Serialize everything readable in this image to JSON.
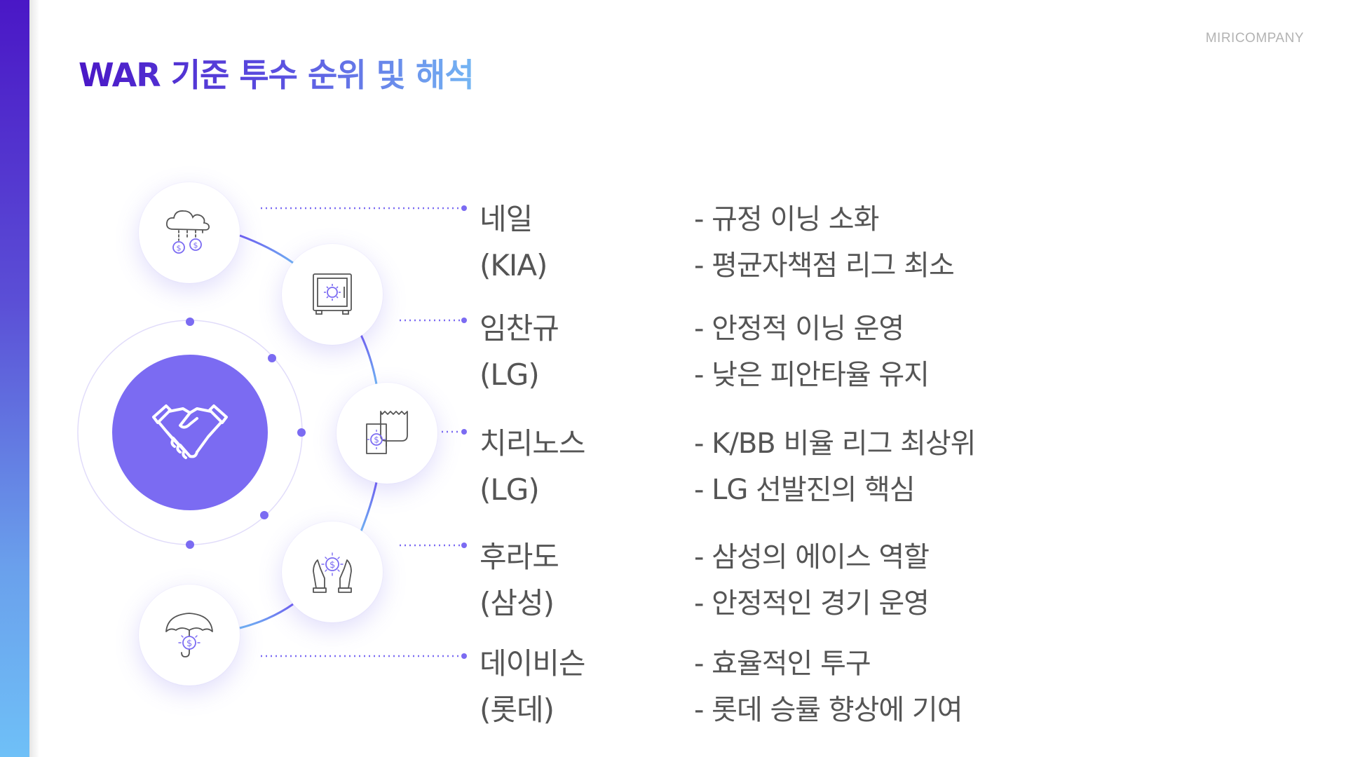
{
  "brand": "MIRICOMPANY",
  "title": "WAR 기준 투수 순위 및 해석",
  "center": {
    "icon": "handshake-icon"
  },
  "pitchers": [
    {
      "name": "네일",
      "team": "(KIA)",
      "notes": [
        "- 규정 이닝 소화",
        "- 평균자책점 리그 최소"
      ],
      "icon": "cloud-money-icon"
    },
    {
      "name": "임찬규",
      "team": "(LG)",
      "notes": [
        "- 안정적 이닝 운영",
        "- 낮은 피안타율 유지"
      ],
      "icon": "safe-icon"
    },
    {
      "name": "치리노스",
      "team": "(LG)",
      "notes": [
        "- K/BB 비율 리그 최상위",
        "- LG 선발진의 핵심"
      ],
      "icon": "receipt-coin-icon"
    },
    {
      "name": "후라도",
      "team": "(삼성)",
      "notes": [
        "- 삼성의 에이스 역할",
        "- 안정적인 경기 운영"
      ],
      "icon": "hands-coin-icon"
    },
    {
      "name": "데이비슨",
      "team": "(롯데)",
      "notes": [
        "- 효율적인 투구",
        "- 롯데 승률 향상에 기여"
      ],
      "icon": "umbrella-coin-icon"
    }
  ],
  "colors": {
    "accent": "#7b6bf2",
    "title_start": "#4a17c6",
    "title_end": "#74b6f3",
    "text": "#555555",
    "dots": "#7b6bf2"
  }
}
